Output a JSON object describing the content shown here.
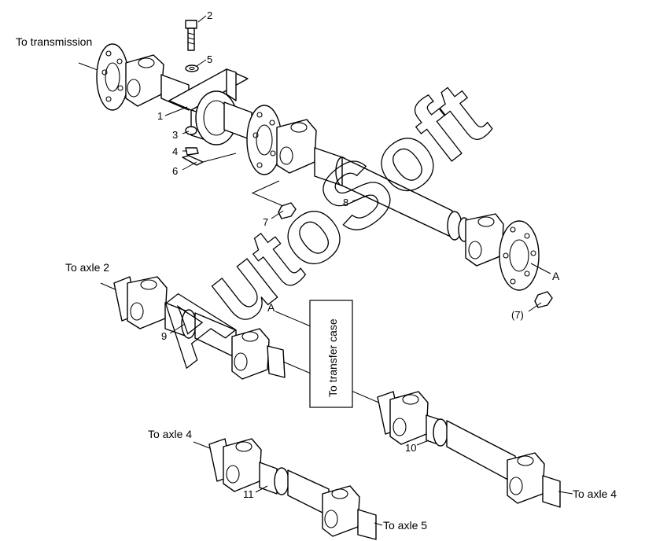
{
  "labels": {
    "to_transmission": "To transmission",
    "to_axle_2": "To axle 2",
    "to_transfer_case": "To transfer case",
    "to_axle_4_left": "To axle 4",
    "to_axle_4_right": "To axle 4",
    "to_axle_5": "To axle 5",
    "ref_a_flange": "A",
    "ref_a_shaft": "A"
  },
  "callouts": [
    "1",
    "2",
    "3",
    "4",
    "5",
    "6",
    "7",
    "8",
    "9",
    "10",
    "11",
    "(7)"
  ],
  "watermark": "AutoSoft"
}
